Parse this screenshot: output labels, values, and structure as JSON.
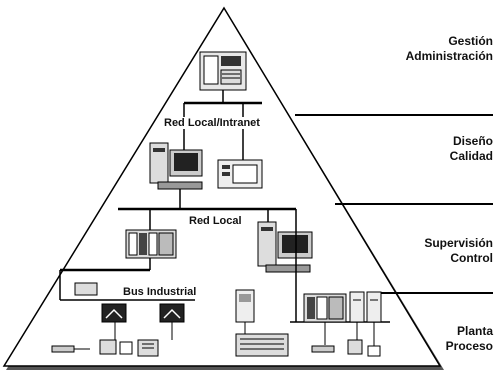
{
  "levels": [
    {
      "line1": "Gestión",
      "line2": "Administración"
    },
    {
      "line1": "Diseño",
      "line2": "Calidad"
    },
    {
      "line1": "Supervisión",
      "line2": "Control"
    },
    {
      "line1": "Planta",
      "line2": "Proceso"
    }
  ],
  "networks": {
    "intranet": "Red Local/Intranet",
    "local": "Red Local",
    "bus": "Bus Industrial"
  }
}
